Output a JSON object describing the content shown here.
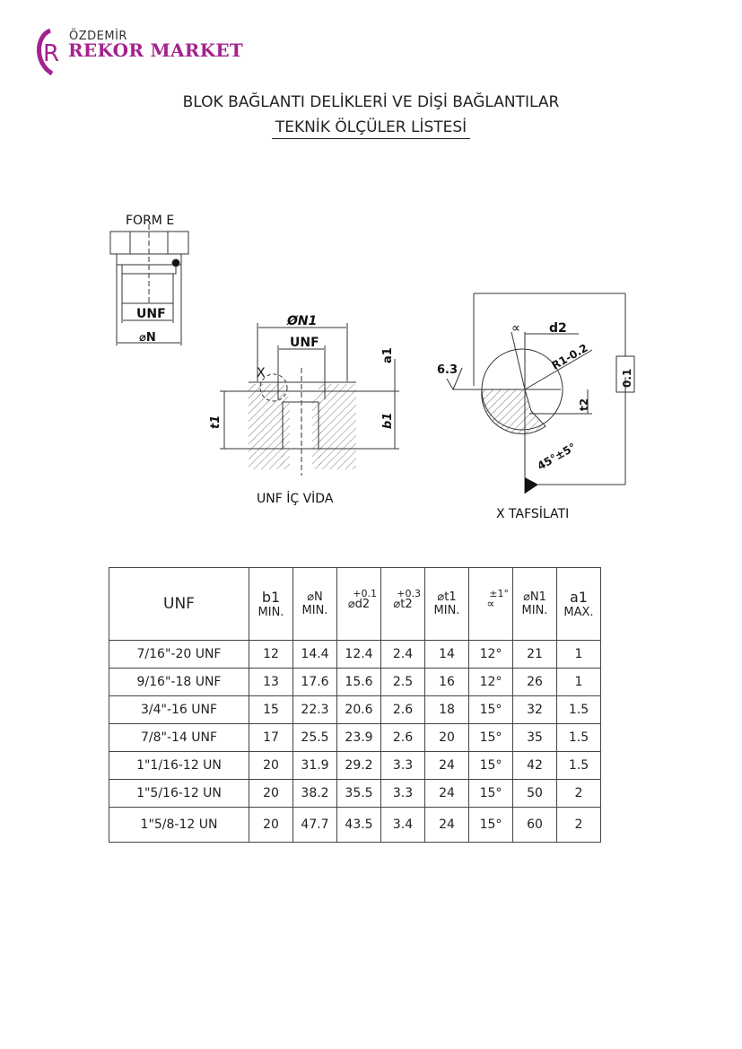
{
  "logo": {
    "top": "ÖZDEMİR",
    "main": "REKOR MARKET",
    "letter": "R",
    "color": "#a3238e"
  },
  "title": {
    "line1": "BLOK BAĞLANTI DELİKLERİ VE DİŞİ BAĞLANTILAR",
    "line2": "TEKNİK  ÖLÇÜLER LİSTESİ"
  },
  "drawing1": {
    "label": "FORM E",
    "unf": "UNF",
    "n": "⌀N"
  },
  "drawing2": {
    "n1": "ØN1",
    "unf": "UNF",
    "x": "X",
    "a1": "a1",
    "t1": "t1",
    "b1": "b1",
    "caption": "UNF İÇ VİDA"
  },
  "drawing3": {
    "roughness": "6.3",
    "d2": "d2",
    "alpha": "∝",
    "radius": "R1-0.2",
    "t2": "t2",
    "tolerance": "0.1",
    "angle": "45°±5°",
    "caption": "X TAFSİLATI"
  },
  "table": {
    "headers": [
      {
        "main": "UNF"
      },
      {
        "main": "b1",
        "sub": "MIN."
      },
      {
        "main": "⌀N",
        "sub": "MIN."
      },
      {
        "main": "⌀d2",
        "tol": "+0.1"
      },
      {
        "main": "⌀t2",
        "tol": "+0.3"
      },
      {
        "main": "⌀t1",
        "sub": "MIN."
      },
      {
        "main": "∝",
        "tol": "±1°"
      },
      {
        "main": "⌀N1",
        "sub": "MIN."
      },
      {
        "main": "a1",
        "sub": "MAX."
      }
    ],
    "rows": [
      [
        "7/16\"-20 UNF",
        "12",
        "14.4",
        "12.4",
        "2.4",
        "14",
        "12°",
        "21",
        "1"
      ],
      [
        "9/16\"-18 UNF",
        "13",
        "17.6",
        "15.6",
        "2.5",
        "16",
        "12°",
        "26",
        "1"
      ],
      [
        "3/4\"-16 UNF",
        "15",
        "22.3",
        "20.6",
        "2.6",
        "18",
        "15°",
        "32",
        "1.5"
      ],
      [
        "7/8\"-14 UNF",
        "17",
        "25.5",
        "23.9",
        "2.6",
        "20",
        "15°",
        "35",
        "1.5"
      ],
      [
        "1\"1/16-12 UN",
        "20",
        "31.9",
        "29.2",
        "3.3",
        "24",
        "15°",
        "42",
        "1.5"
      ],
      [
        "1\"5/16-12 UN",
        "20",
        "38.2",
        "35.5",
        "3.3",
        "24",
        "15°",
        "50",
        "2"
      ],
      [
        "1\"5/8-12 UN",
        "20",
        "47.7",
        "43.5",
        "3.4",
        "24",
        "15°",
        "60",
        "2"
      ]
    ]
  }
}
